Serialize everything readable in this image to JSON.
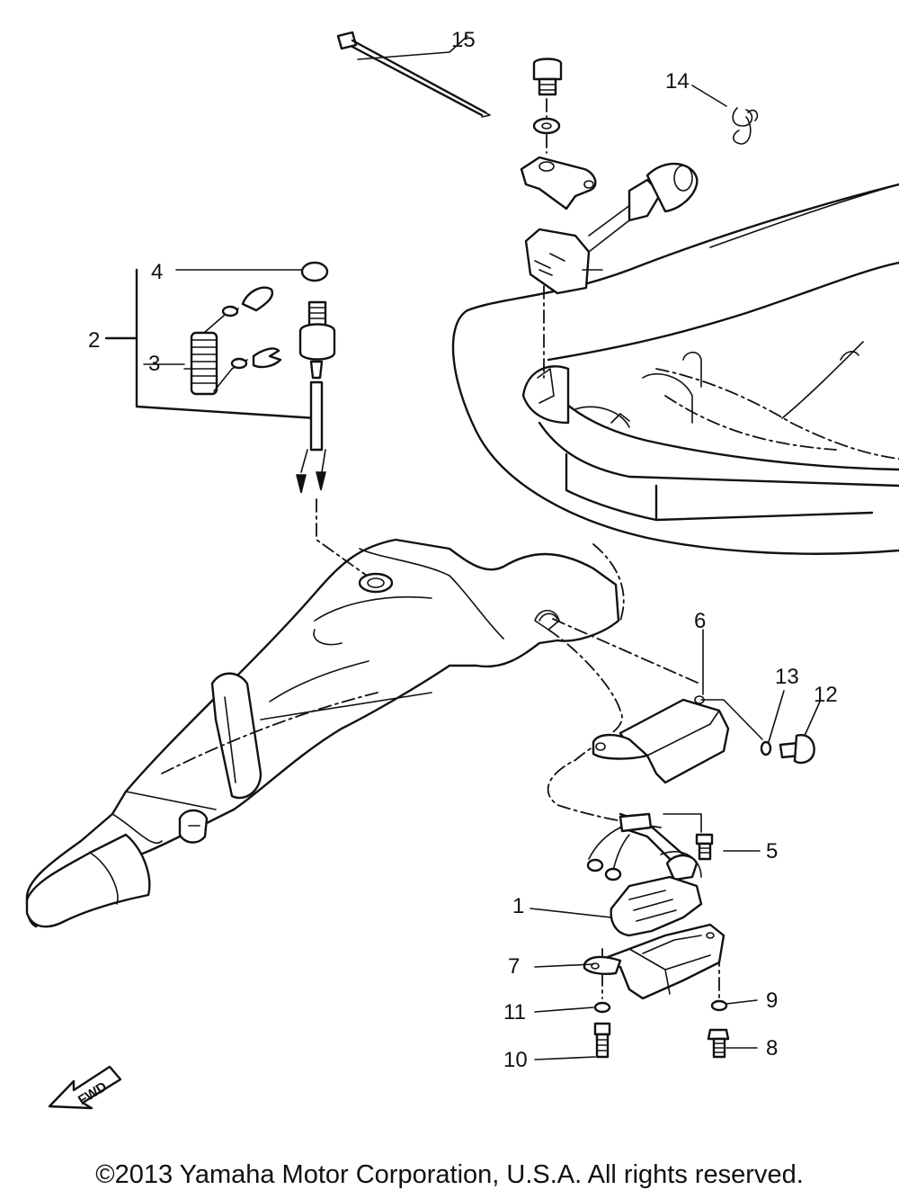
{
  "callouts": [
    {
      "id": "c1",
      "label": "1"
    },
    {
      "id": "c2",
      "label": "2"
    },
    {
      "id": "c3",
      "label": "3"
    },
    {
      "id": "c4",
      "label": "4"
    },
    {
      "id": "c5",
      "label": "5"
    },
    {
      "id": "c6",
      "label": "6"
    },
    {
      "id": "c7",
      "label": "7"
    },
    {
      "id": "c8",
      "label": "8"
    },
    {
      "id": "c9",
      "label": "9"
    },
    {
      "id": "c10",
      "label": "10"
    },
    {
      "id": "c11",
      "label": "11"
    },
    {
      "id": "c12",
      "label": "12"
    },
    {
      "id": "c13",
      "label": "13"
    },
    {
      "id": "c14",
      "label": "14"
    },
    {
      "id": "c15",
      "label": "15"
    }
  ],
  "direction_marker": "FWD",
  "copyright": "©2013 Yamaha Motor Corporation, U.S.A. All rights reserved."
}
